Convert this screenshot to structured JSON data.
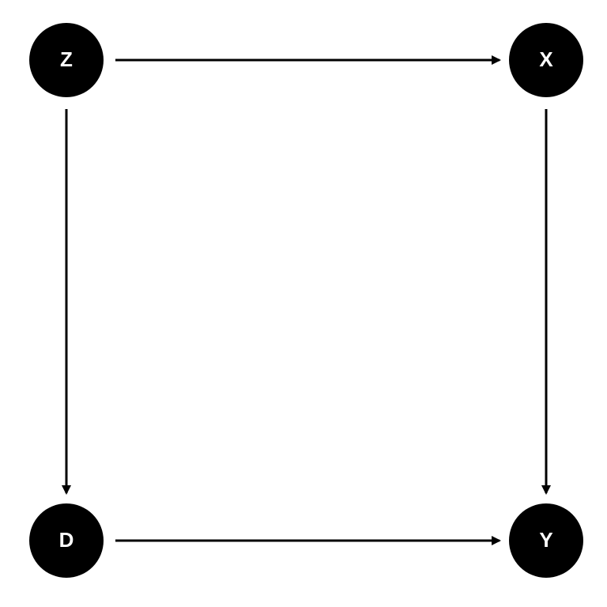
{
  "diagram": {
    "colors": {
      "background": "#ffffff",
      "node_fill": "#000000",
      "node_text": "#ffffff",
      "edge": "#000000"
    },
    "nodes": [
      {
        "id": "Z",
        "label": "Z"
      },
      {
        "id": "X",
        "label": "X"
      },
      {
        "id": "D",
        "label": "D"
      },
      {
        "id": "Y",
        "label": "Y"
      }
    ],
    "edges": [
      {
        "from": "Z",
        "to": "X"
      },
      {
        "from": "Z",
        "to": "D"
      },
      {
        "from": "X",
        "to": "Y"
      },
      {
        "from": "D",
        "to": "Y"
      }
    ]
  }
}
